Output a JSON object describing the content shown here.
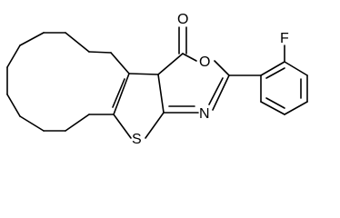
{
  "structure": {
    "atoms": {
      "carbonyl_oxygen": "O",
      "ring_oxygen": "O",
      "ring_nitrogen": "N",
      "thiophene_sulfur": "S",
      "fluorine": "F"
    }
  }
}
